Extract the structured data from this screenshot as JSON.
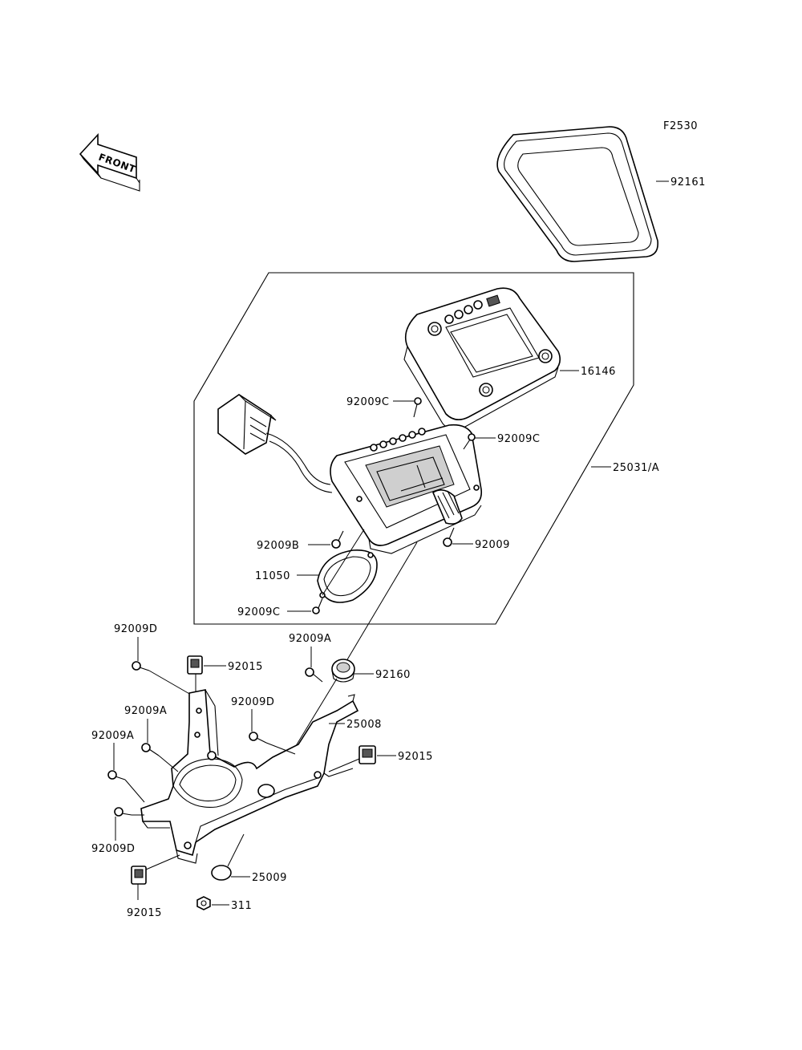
{
  "figure_code": "F2530",
  "front_arrow_text": "FRONT",
  "callouts": {
    "c92161": "92161",
    "c16146": "16146",
    "c92009c_top": "92009C",
    "c92009c_right": "92009C",
    "c25031a": "25031/A",
    "c92009b": "92009B",
    "c92009": "92009",
    "c11050": "11050",
    "c92009c_bottom": "92009C",
    "c92009d_top": "92009D",
    "c92015_top": "92015",
    "c92009a_top": "92009A",
    "c92160": "92160",
    "c92009a_left": "92009A",
    "c92009d_mid": "92009D",
    "c25008": "25008",
    "c92009a_far": "92009A",
    "c92015_right": "92015",
    "c92009d_bottom": "92009D",
    "c25009": "25009",
    "c311": "311",
    "c92015_bottom": "92015"
  },
  "icons": {
    "front_arrow": "front-arrow-icon",
    "screw": "screw-icon",
    "clip_nut": "clip-nut-icon",
    "grommet": "grommet-icon",
    "washer": "washer-icon",
    "nut": "hex-nut-icon"
  }
}
